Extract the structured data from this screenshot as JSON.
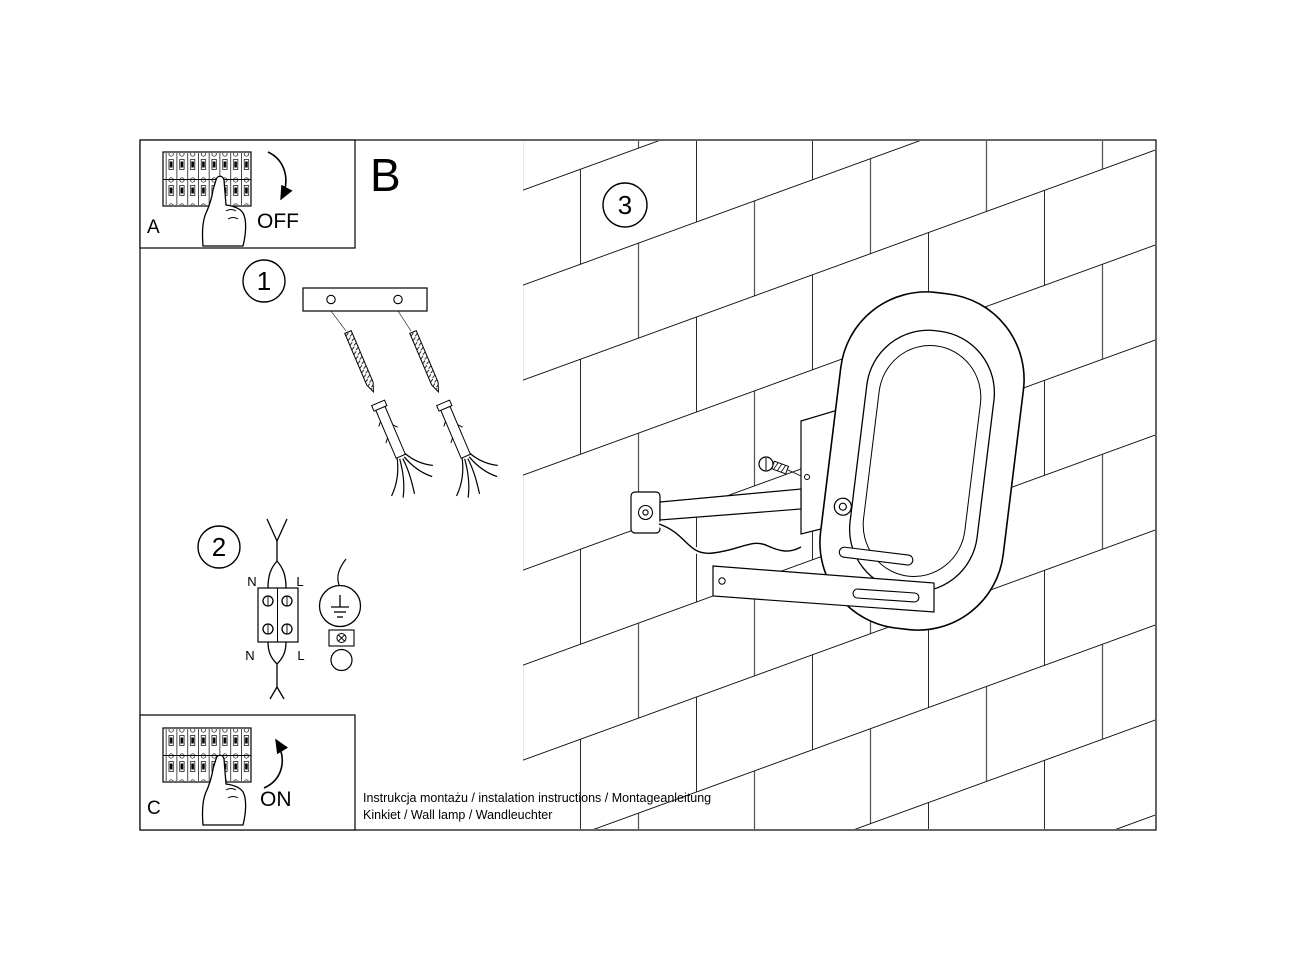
{
  "colors": {
    "background": "#ffffff",
    "ink": "#000000"
  },
  "labels": {
    "box_a": "A",
    "box_b": "B",
    "box_c": "C",
    "step_1": "1",
    "step_2": "2",
    "step_3": "3",
    "power_off": "OFF",
    "power_on": "ON"
  },
  "wiring_labels": {
    "top_neutral": "N",
    "top_live": "L",
    "bottom_neutral": "N",
    "bottom_live": "L"
  },
  "footer": {
    "line1": "Instrukcja montażu / instalation instructions / Montageanleitung",
    "line2": "Kinkiet / Wall lamp / Wandleuchter"
  },
  "icons": {
    "breaker_panel": "circuit-breaker-panel",
    "hand": "pointing-hand",
    "arrow_off": "curved-arrow-down",
    "arrow_on": "curved-arrow-up",
    "mounting_bar": "mounting-bracket-plate",
    "screw_plug": "screw-with-wall-plug",
    "terminal": "terminal-block",
    "ground": "earth-ground-symbol",
    "clamp": "cable-clamp",
    "wall": "brick-wall-hatch",
    "lamp": "wall-lamp-drawing"
  }
}
